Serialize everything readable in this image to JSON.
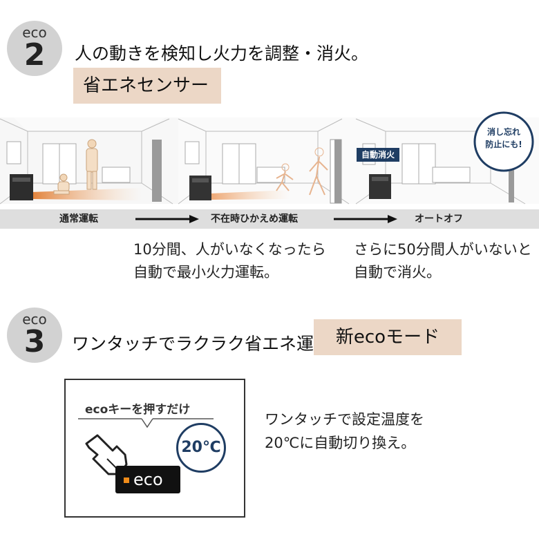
{
  "eco2": {
    "badge_small": "eco",
    "badge_num": "2",
    "headline": "人の動きを検知し火力を調整・消火。",
    "tag": "省エネセンサー",
    "illustration_labels": {
      "auto_off_tag": "自動消火",
      "reminder_line1": "消し忘れ",
      "reminder_line2": "防止にも!"
    },
    "steps": [
      "通常運転",
      "不在時ひかえめ運転",
      "オートオフ"
    ],
    "desc_left": [
      "10分間、人がいなくなったら",
      "自動で最小火力運転。"
    ],
    "desc_right": [
      "さらに50分間人がいないと",
      "自動で消火。"
    ]
  },
  "eco3": {
    "badge_small": "eco",
    "badge_num": "3",
    "headline": "ワンタッチでラクラク省エネ運転。",
    "tag": "新ecoモード",
    "panel": {
      "bubble": "ecoキーを押すだけ",
      "temp": "20℃",
      "key_label": "eco"
    },
    "desc": [
      "ワンタッチで設定温度を",
      "20℃に自動切り換え。"
    ]
  },
  "colors": {
    "tag_bg": "#ecd7c6",
    "badge_bg": "#d2d2d2",
    "navy": "#1f3d63",
    "strip": "#dedede"
  }
}
